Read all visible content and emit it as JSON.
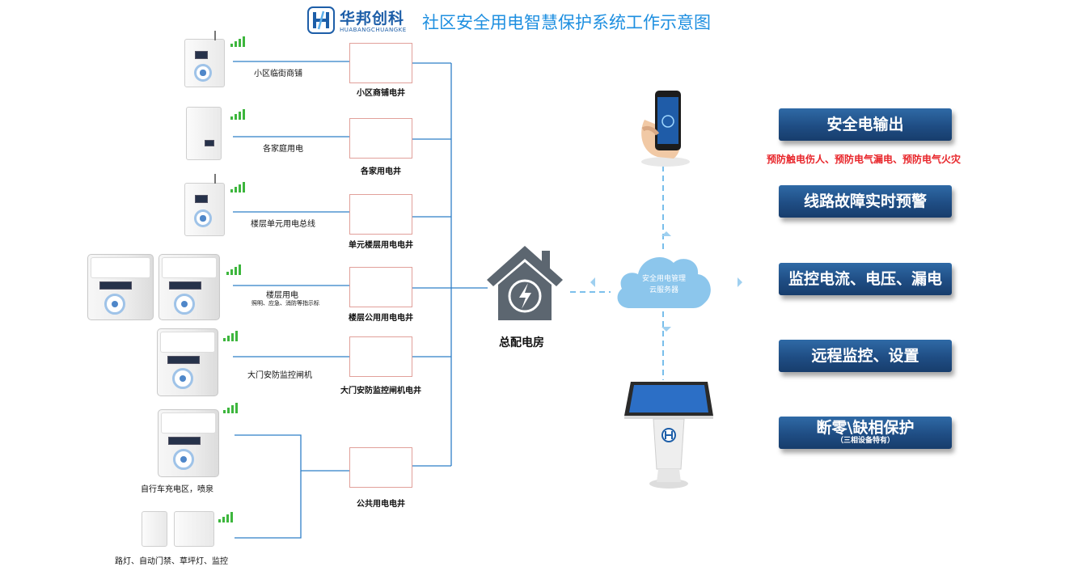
{
  "header": {
    "logo_cn": "华邦创科",
    "logo_en": "HUABANGCHUANGKE",
    "title": "社区安全用电智慧保护系统工作示意图"
  },
  "devices": [
    {
      "label": "小区临街商铺",
      "sub": ""
    },
    {
      "label": "各家庭用电",
      "sub": ""
    },
    {
      "label": "楼层单元用电总线",
      "sub": ""
    },
    {
      "label": "楼层用电",
      "sub": "照明、应急、消防等指示标"
    },
    {
      "label": "大门安防监控闸机",
      "sub": ""
    },
    {
      "label": "自行车充电区，喷泉",
      "sub": ""
    },
    {
      "label": "路灯、自动门禁、草坪灯、监控",
      "sub": ""
    }
  ],
  "panels": [
    {
      "label": "小区商铺电井"
    },
    {
      "label": "各家用电井"
    },
    {
      "label": "单元楼层用电电井"
    },
    {
      "label": "楼层公用用电电井"
    },
    {
      "label": "大门安防监控闸机电井"
    },
    {
      "label": "公共用电电井"
    }
  ],
  "center": {
    "room_label": "总配电房",
    "cloud_line1": "安全用电管理",
    "cloud_line2": "云服务器"
  },
  "features": [
    {
      "label": "安全电输出",
      "sub": ""
    },
    {
      "label": "线路故障实时预警",
      "sub": ""
    },
    {
      "label": "监控电流、电压、漏电",
      "sub": ""
    },
    {
      "label": "远程监控、设置",
      "sub": ""
    },
    {
      "label": "断零\\缺相保护",
      "sub": "（三相设备特有）"
    }
  ],
  "red_note": "预防触电伤人、预防电气漏电、预防电气火灾",
  "colors": {
    "title": "#1e8fe0",
    "lines": "#2f7fc8",
    "dashed": "#2f9be0",
    "feature_bg": "#1f4d84",
    "red_note": "#e8262b",
    "signal": "#3db63d",
    "cloud": "#8cc6ec",
    "house": "#5c6670"
  }
}
